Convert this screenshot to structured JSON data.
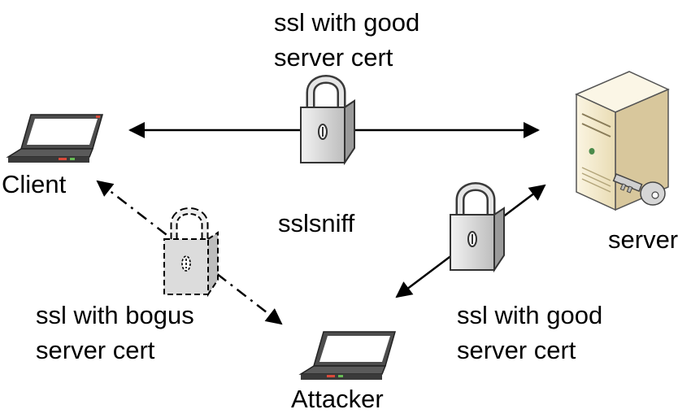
{
  "nodes": {
    "client": {
      "label": "Client",
      "icon": "laptop-icon"
    },
    "server": {
      "label": "server",
      "icon": "server-tower-icon"
    },
    "attacker": {
      "label": "Attacker",
      "icon": "laptop-icon"
    }
  },
  "links": {
    "top": {
      "line1": "ssl with good",
      "line2": "server cert",
      "icon": "padlock-icon"
    },
    "right": {
      "line1": "ssl with good",
      "line2": "server cert",
      "icon": "padlock-icon"
    },
    "left": {
      "line1": "ssl with bogus",
      "line2": "server cert",
      "icon": "dashed-padlock-icon"
    }
  },
  "center_label": "sslsniff",
  "colors": {
    "server_body": "#f3ead0",
    "server_side": "#d8c79c",
    "laptop_frame": "#4d4d4d",
    "lock_body": "#dcdcdc",
    "led": "#d84a3a"
  }
}
